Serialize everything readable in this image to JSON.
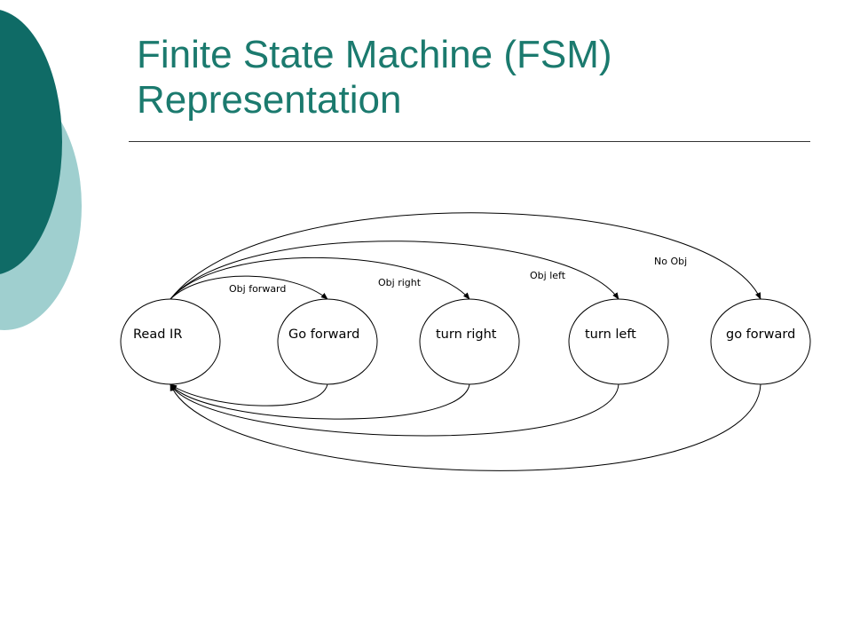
{
  "slide": {
    "title_line1": "Finite State Machine (FSM)",
    "title_line2": "Representation",
    "colors": {
      "title": "#1b7a6e",
      "deco_dark": "#0f6b66",
      "deco_light": "#9fcfcf"
    }
  },
  "fsm": {
    "states": {
      "read_ir": "Read IR",
      "go_forward_1": "Go forward",
      "turn_right": "turn right",
      "turn_left": "turn left",
      "go_forward_2": "go forward"
    },
    "transitions": {
      "obj_forward": "Obj forward",
      "obj_right": "Obj right",
      "obj_left": "Obj left",
      "no_obj": "No Obj"
    }
  }
}
